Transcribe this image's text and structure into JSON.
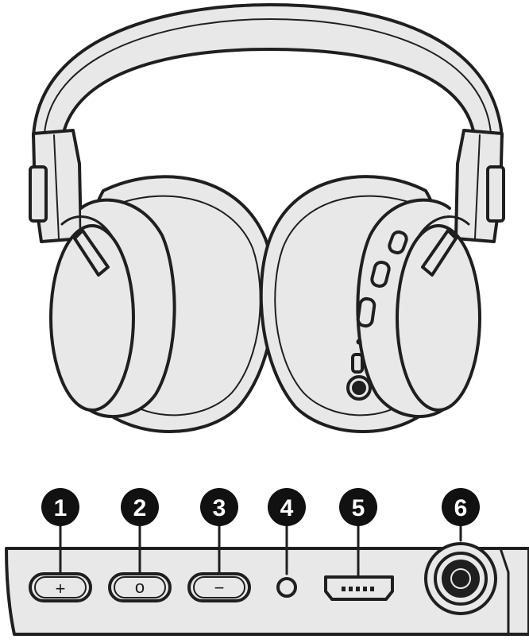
{
  "callouts": [
    {
      "number": "1",
      "part": "plus-button",
      "glyph": "+"
    },
    {
      "number": "2",
      "part": "power-button",
      "glyph": "o"
    },
    {
      "number": "3",
      "part": "minus-button",
      "glyph": "−"
    },
    {
      "number": "4",
      "part": "led-indicator",
      "glyph": ""
    },
    {
      "number": "5",
      "part": "micro-usb-port",
      "glyph": ""
    },
    {
      "number": "6",
      "part": "audio-jack",
      "glyph": ""
    }
  ],
  "colors": {
    "fill": "#e8e8e8",
    "stroke": "#1f1f1f",
    "badge": "#111111"
  },
  "icons": [
    "headphones-illustration",
    "plus-icon",
    "power-icon",
    "minus-icon",
    "led-dot-icon",
    "usb-port-icon",
    "audio-jack-icon"
  ]
}
